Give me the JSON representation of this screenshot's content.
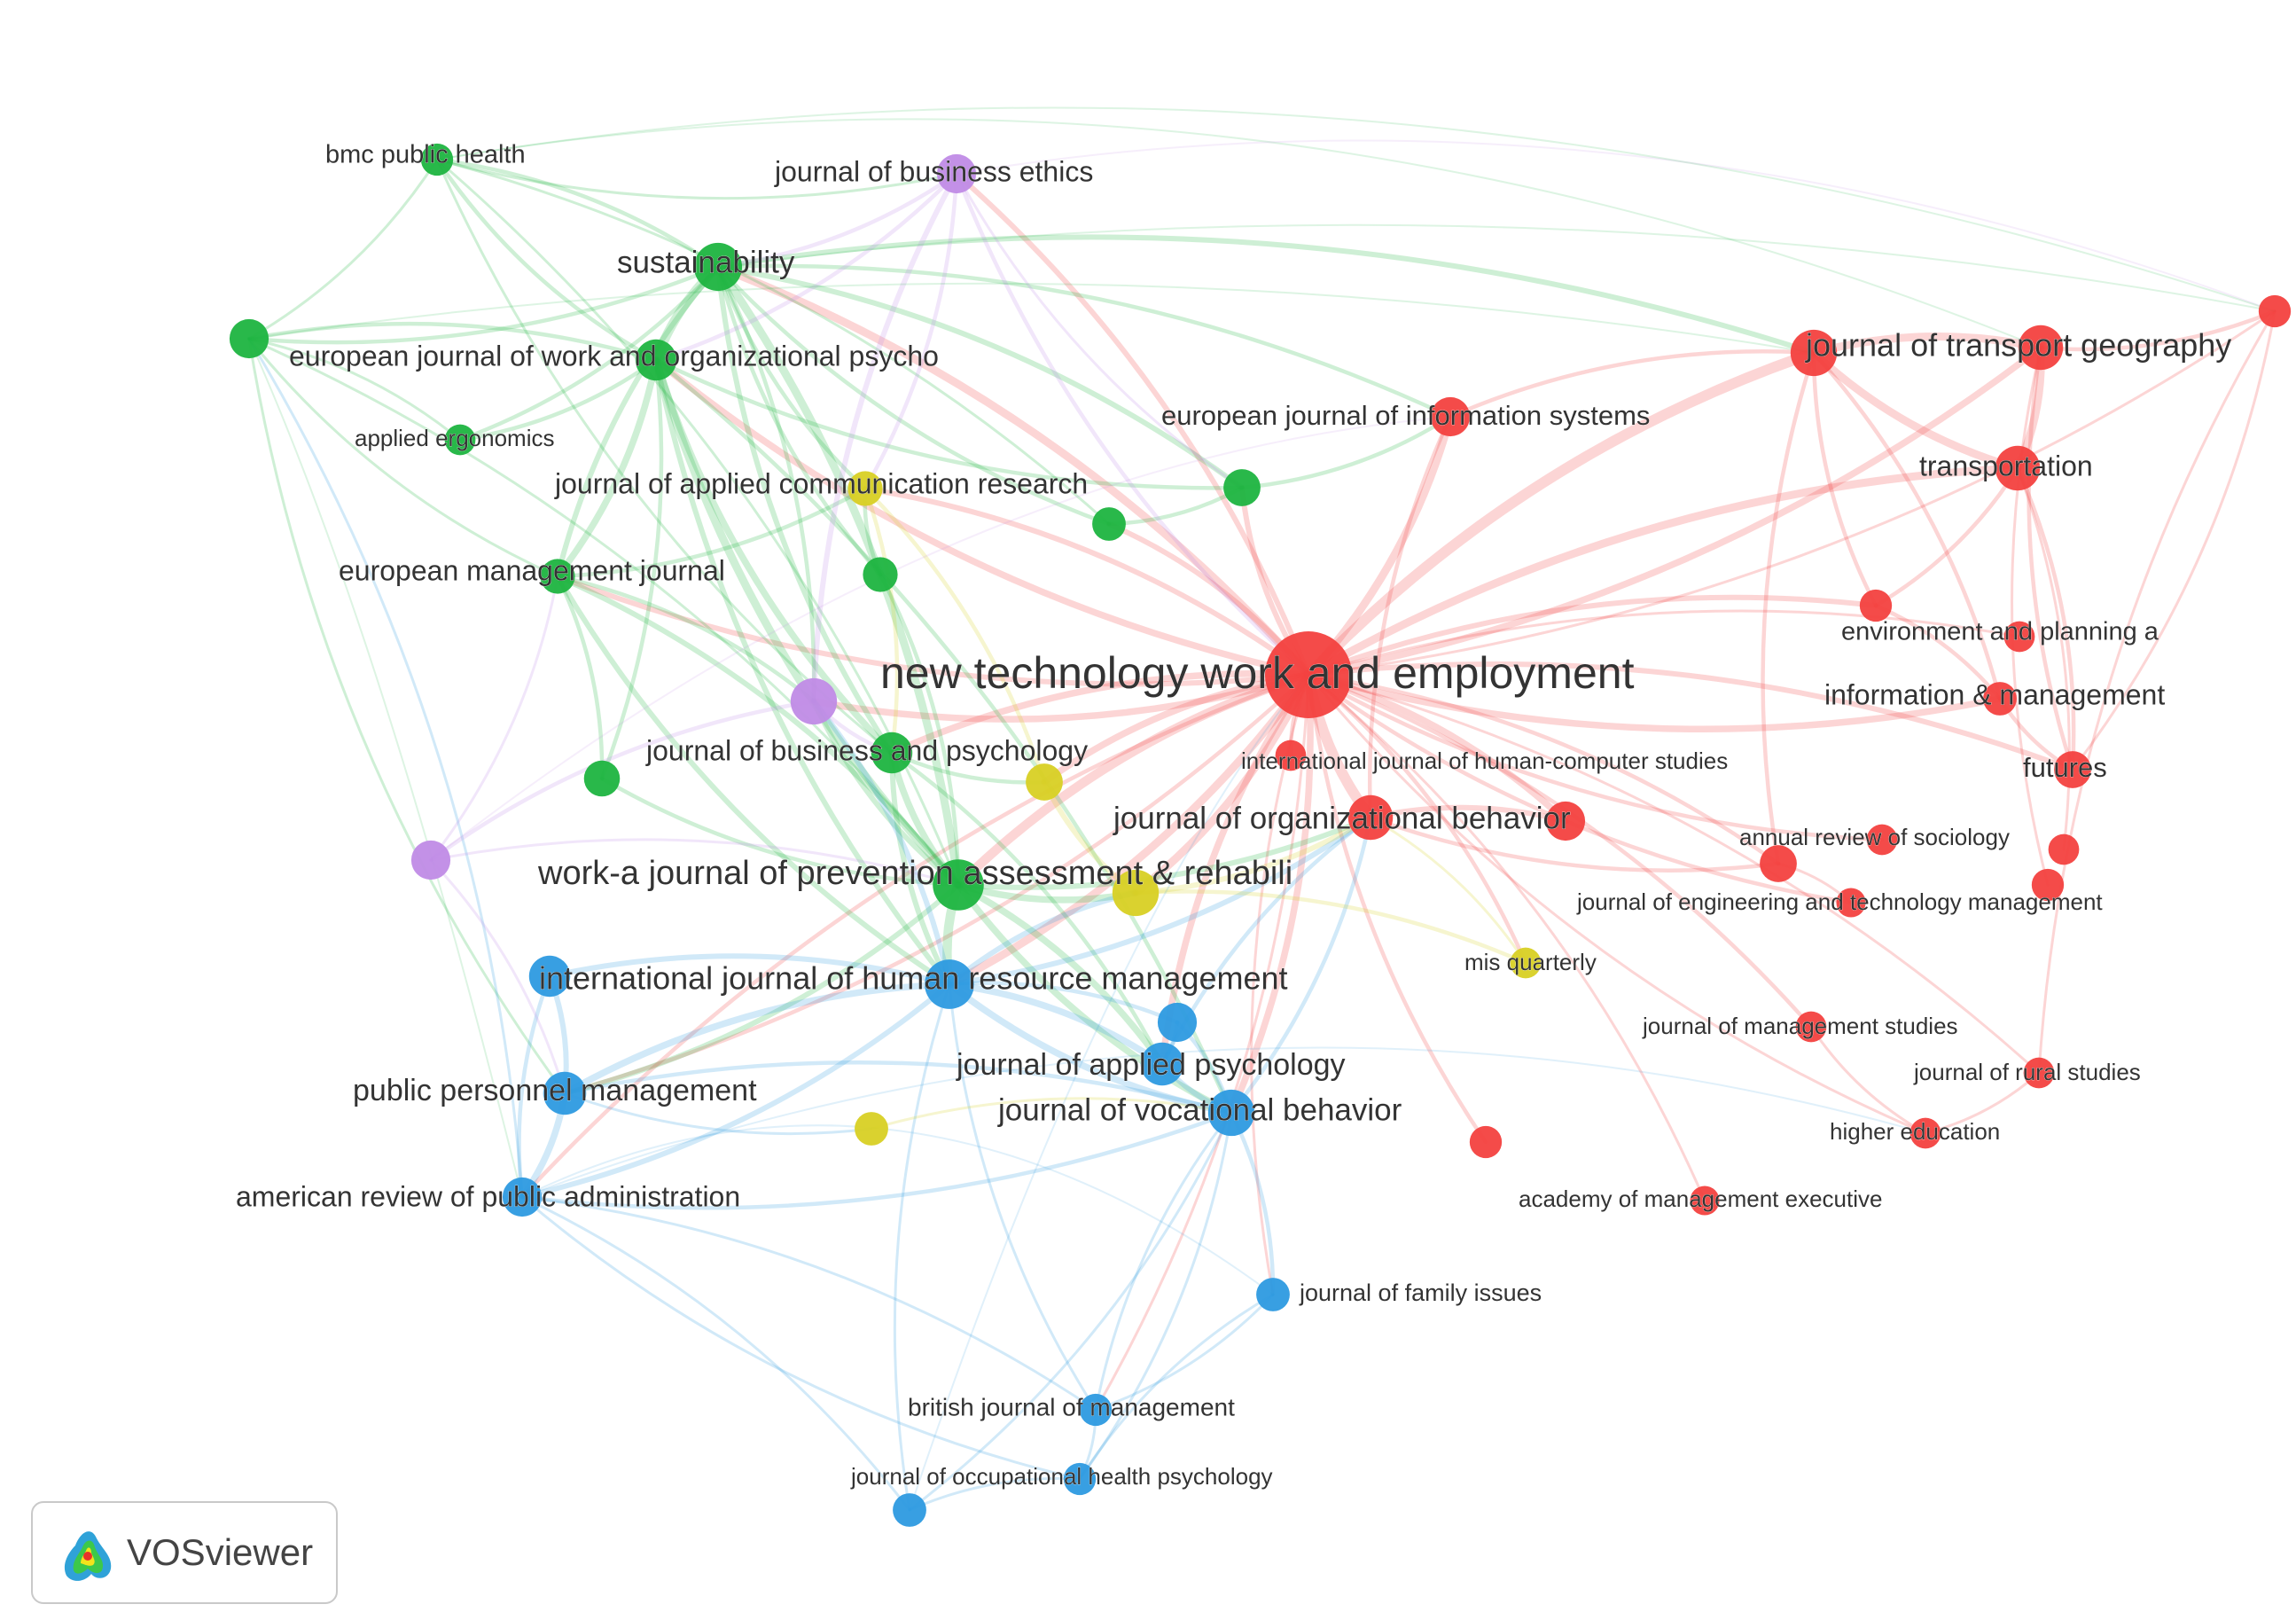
{
  "app": {
    "brand_label": "VOSviewer"
  },
  "clusters": {
    "red": "#f3413f",
    "green": "#1eb440",
    "blue": "#2d9ae0",
    "yellow": "#d8d024",
    "purple": "#c08be6"
  },
  "nodes": [
    {
      "id": "ntwe",
      "label": "new technology work and employment",
      "cluster": "red",
      "weight": 100
    },
    {
      "id": "jtg",
      "label": "journal of transport geography",
      "cluster": "red",
      "weight": 22
    },
    {
      "id": "jtg2",
      "label": "",
      "cluster": "red",
      "weight": 20
    },
    {
      "id": "tr_far",
      "label": "",
      "cluster": "red",
      "weight": 8
    },
    {
      "id": "transp",
      "label": "transportation",
      "cluster": "red",
      "weight": 20
    },
    {
      "id": "ejis",
      "label": "european journal of information systems",
      "cluster": "red",
      "weight": 14
    },
    {
      "id": "env",
      "label": "environment and planning a",
      "cluster": "red",
      "weight": 8
    },
    {
      "id": "env_extra",
      "label": "",
      "cluster": "red",
      "weight": 7
    },
    {
      "id": "infman",
      "label": "information & management",
      "cluster": "red",
      "weight": 9
    },
    {
      "id": "ijhcs",
      "label": "international journal of human-computer studies",
      "cluster": "red",
      "weight": 7
    },
    {
      "id": "futures",
      "label": "futures",
      "cluster": "red",
      "weight": 12
    },
    {
      "id": "job",
      "label": "journal of organizational behavior",
      "cluster": "red",
      "weight": 20
    },
    {
      "id": "job2",
      "label": "",
      "cluster": "red",
      "weight": 14
    },
    {
      "id": "ars",
      "label": "annual review of sociology",
      "cluster": "red",
      "weight": 7
    },
    {
      "id": "ars2",
      "label": "",
      "cluster": "red",
      "weight": 12
    },
    {
      "id": "ars3",
      "label": "",
      "cluster": "red",
      "weight": 7
    },
    {
      "id": "jetm",
      "label": "journal of engineering and technology management",
      "cluster": "red",
      "weight": 6
    },
    {
      "id": "jetm2",
      "label": "",
      "cluster": "red",
      "weight": 8
    },
    {
      "id": "jms",
      "label": "journal of management studies",
      "cluster": "red",
      "weight": 7
    },
    {
      "id": "jrs",
      "label": "journal of rural studies",
      "cluster": "red",
      "weight": 7
    },
    {
      "id": "he",
      "label": "higher education",
      "cluster": "red",
      "weight": 7
    },
    {
      "id": "ame",
      "label": "academy of management executive",
      "cluster": "red",
      "weight": 6
    },
    {
      "id": "red_misc",
      "label": "",
      "cluster": "red",
      "weight": 8
    },
    {
      "id": "sust",
      "label": "sustainability",
      "cluster": "green",
      "weight": 24
    },
    {
      "id": "bmc",
      "label": "bmc public health",
      "cluster": "green",
      "weight": 8
    },
    {
      "id": "ejwop",
      "label": "european journal of work and organizational psycho",
      "cluster": "green",
      "weight": 16
    },
    {
      "id": "green_left",
      "label": "",
      "cluster": "green",
      "weight": 14
    },
    {
      "id": "aerg",
      "label": "applied ergonomics",
      "cluster": "green",
      "weight": 7
    },
    {
      "id": "emj",
      "label": "european management journal",
      "cluster": "green",
      "weight": 10
    },
    {
      "id": "jbp",
      "label": "journal of business and psychology",
      "cluster": "green",
      "weight": 16
    },
    {
      "id": "wjpar",
      "label": "work-a journal of prevention assessment & rehabili",
      "cluster": "green",
      "weight": 28
    },
    {
      "id": "g1",
      "label": "",
      "cluster": "green",
      "weight": 12
    },
    {
      "id": "g2",
      "label": "",
      "cluster": "green",
      "weight": 9
    },
    {
      "id": "g3",
      "label": "",
      "cluster": "green",
      "weight": 10
    },
    {
      "id": "g4",
      "label": "",
      "cluster": "green",
      "weight": 11
    },
    {
      "id": "ijhrm",
      "label": "international journal of human resource management",
      "cluster": "blue",
      "weight": 26
    },
    {
      "id": "ijhrm_left",
      "label": "",
      "cluster": "blue",
      "weight": 16
    },
    {
      "id": "jap",
      "label": "journal of applied psychology",
      "cluster": "blue",
      "weight": 18
    },
    {
      "id": "jvb",
      "label": "journal of vocational behavior",
      "cluster": "blue",
      "weight": 22
    },
    {
      "id": "b1",
      "label": "",
      "cluster": "blue",
      "weight": 14
    },
    {
      "id": "ppm",
      "label": "public personnel management",
      "cluster": "blue",
      "weight": 18
    },
    {
      "id": "arpa",
      "label": "american review of public administration",
      "cluster": "blue",
      "weight": 14
    },
    {
      "id": "jfi",
      "label": "journal of family issues",
      "cluster": "blue",
      "weight": 9
    },
    {
      "id": "bjm",
      "label": "british journal of management",
      "cluster": "blue",
      "weight": 8
    },
    {
      "id": "johp",
      "label": "journal of occupational health psychology",
      "cluster": "blue",
      "weight": 8
    },
    {
      "id": "b_bottom",
      "label": "",
      "cluster": "blue",
      "weight": 9
    },
    {
      "id": "jacr",
      "label": "journal of applied communication research",
      "cluster": "yellow",
      "weight": 10
    },
    {
      "id": "y1",
      "label": "",
      "cluster": "yellow",
      "weight": 22
    },
    {
      "id": "y2",
      "label": "",
      "cluster": "yellow",
      "weight": 12
    },
    {
      "id": "misq",
      "label": "mis quarterly",
      "cluster": "yellow",
      "weight": 7
    },
    {
      "id": "y3",
      "label": "",
      "cluster": "yellow",
      "weight": 9
    },
    {
      "id": "jbe",
      "label": "journal of business ethics",
      "cluster": "purple",
      "weight": 14
    },
    {
      "id": "p1",
      "label": "",
      "cluster": "purple",
      "weight": 22
    },
    {
      "id": "p2",
      "label": "",
      "cluster": "purple",
      "weight": 14
    }
  ]
}
